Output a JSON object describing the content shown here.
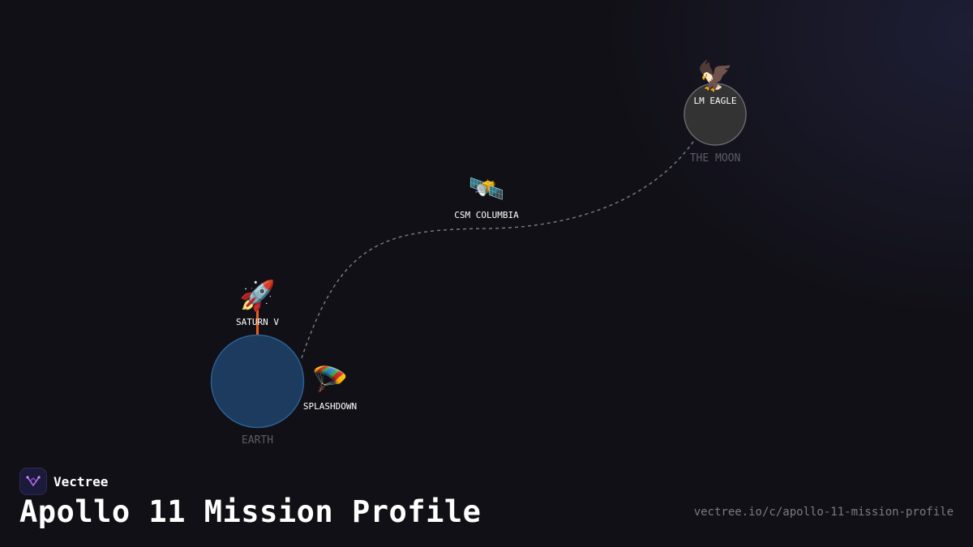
{
  "diagram": {
    "nodes": {
      "lm_eagle": {
        "label": "LM EAGLE",
        "icon": "eagle-icon",
        "glyph": "🦅"
      },
      "csm_columbia": {
        "label": "CSM COLUMBIA",
        "icon": "satellite-icon",
        "glyph": "🛰️"
      },
      "saturn_v": {
        "label": "SATURN V",
        "icon": "rocket-icon",
        "glyph": "🚀"
      },
      "splashdown": {
        "label": "SPLASHDOWN",
        "icon": "parachute-icon",
        "glyph": "🪂"
      }
    },
    "bodies": {
      "moon": {
        "label": "THE MOON",
        "color": "#333333"
      },
      "earth": {
        "label": "EARTH",
        "color": "#1c3b5e"
      }
    },
    "colors": {
      "launch_line": "#e8601c",
      "trajectory": "#77777f"
    }
  },
  "footer": {
    "brand": "Vectree",
    "title": "Apollo 11 Mission Profile",
    "url": "vectree.io/c/apollo-11-mission-profile"
  }
}
